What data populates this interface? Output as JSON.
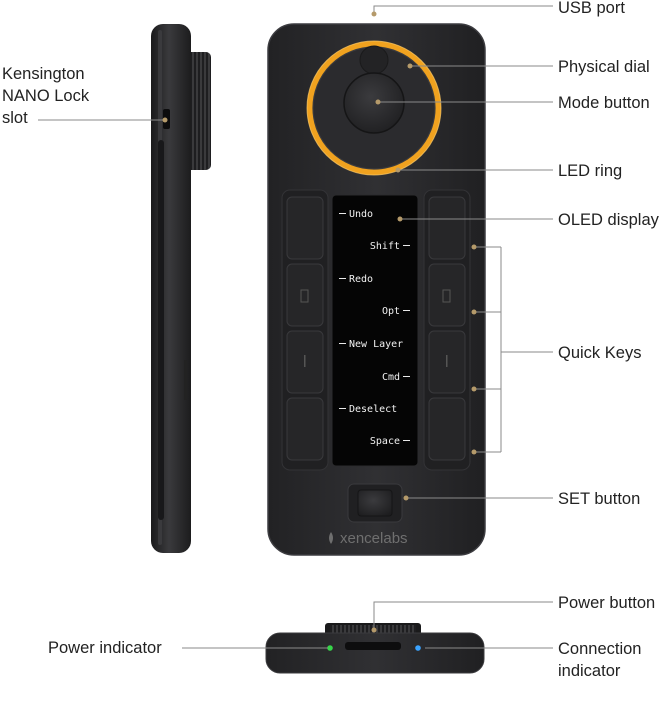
{
  "labels": {
    "usb_port": "USB port",
    "physical_dial": "Physical dial",
    "mode_button": "Mode button",
    "led_ring": "LED ring",
    "oled_display": "OLED display",
    "quick_keys": "Quick Keys",
    "set_button": "SET button",
    "kensington": "Kensington\nNANO Lock\nslot",
    "power_button": "Power button",
    "power_indicator": "Power indicator",
    "connection_indicator": "Connection\nindicator"
  },
  "oled": {
    "left_items": [
      "Undo",
      "Redo",
      "New Layer",
      "Deselect"
    ],
    "right_items": [
      "Shift",
      "Opt",
      "Cmd",
      "Space"
    ]
  },
  "brand": "xencelabs",
  "colors": {
    "body": "#2a2a2c",
    "led": "#f0a21f",
    "callout_dot": "#b59a6a",
    "line": "#8a8a8a",
    "power_led": "#37d64a",
    "connection_led": "#3aa3ff"
  }
}
